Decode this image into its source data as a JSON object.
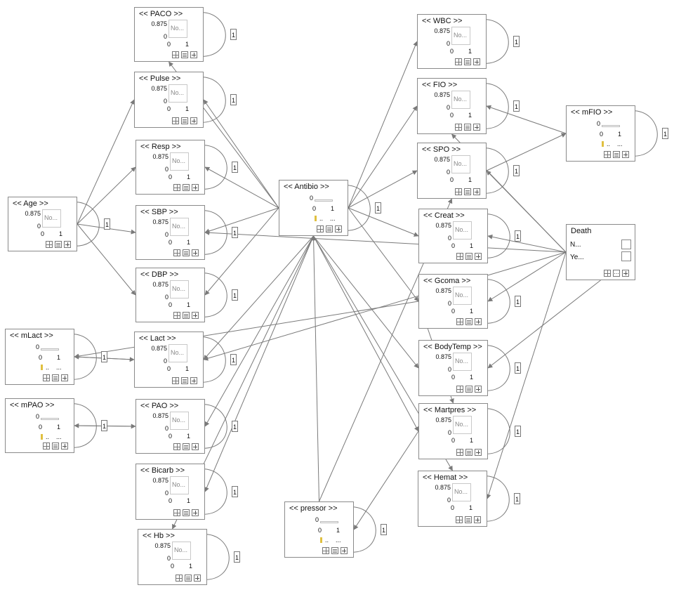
{
  "nodes": {
    "paco": {
      "title": "<< PACO >>",
      "y_high": "0.875",
      "y_low": "0",
      "x_low": "0",
      "x_high": "1",
      "chart_text": "No...",
      "badge": "1"
    },
    "pulse": {
      "title": "<< Pulse >>",
      "y_high": "0.875",
      "y_low": "0",
      "x_low": "0",
      "x_high": "1",
      "chart_text": "No...",
      "badge": "1"
    },
    "resp": {
      "title": "<< Resp >>",
      "y_high": "0.875",
      "y_low": "0",
      "x_low": "0",
      "x_high": "1",
      "chart_text": "No...",
      "badge": "1"
    },
    "sbp": {
      "title": "<< SBP >>",
      "y_high": "0.875",
      "y_low": "0",
      "x_low": "0",
      "x_high": "1",
      "chart_text": "No...",
      "badge": "1"
    },
    "dbp": {
      "title": "<< DBP >>",
      "y_high": "0.875",
      "y_low": "0",
      "x_low": "0",
      "x_high": "1",
      "chart_text": "No...",
      "badge": "1"
    },
    "lact": {
      "title": "<< Lact >>",
      "y_high": "0.875",
      "y_low": "0",
      "x_low": "0",
      "x_high": "1",
      "chart_text": "No...",
      "badge": "1"
    },
    "pao": {
      "title": "<< PAO >>",
      "y_high": "0.875",
      "y_low": "0",
      "x_low": "0",
      "x_high": "1",
      "chart_text": "No...",
      "badge": "1"
    },
    "bicarb": {
      "title": "<< Bicarb >>",
      "y_high": "0.875",
      "y_low": "0",
      "x_low": "0",
      "x_high": "1",
      "chart_text": "No...",
      "badge": "1"
    },
    "hb": {
      "title": "<< Hb >>",
      "y_high": "0.875",
      "y_low": "0",
      "x_low": "0",
      "x_high": "1",
      "chart_text": "No...",
      "badge": "1"
    },
    "age": {
      "title": "<< Age >>",
      "y_high": "0.875",
      "y_low": "0",
      "x_low": "0",
      "x_high": "1",
      "chart_text": "No...",
      "badge": "1"
    },
    "wbc": {
      "title": "<< WBC >>",
      "y_high": "0.875",
      "y_low": "0",
      "x_low": "0",
      "x_high": "1",
      "chart_text": "No...",
      "badge": "1"
    },
    "fio": {
      "title": "<< FIO >>",
      "y_high": "0.875",
      "y_low": "0",
      "x_low": "0",
      "x_high": "1",
      "chart_text": "No...",
      "badge": "1"
    },
    "spo": {
      "title": "<< SPO >>",
      "y_high": "0.875",
      "y_low": "0",
      "x_low": "0",
      "x_high": "1",
      "chart_text": "No...",
      "badge": "1"
    },
    "creat": {
      "title": "<< Creat >>",
      "y_high": "0.875",
      "y_low": "0",
      "x_low": "0",
      "x_high": "1",
      "chart_text": "No...",
      "badge": "1"
    },
    "gcoma": {
      "title": "<< Gcoma >>",
      "y_high": "0.875",
      "y_low": "0",
      "x_low": "0",
      "x_high": "1",
      "chart_text": "No...",
      "badge": "1"
    },
    "bodytemp": {
      "title": "<< BodyTemp >>",
      "y_high": "0.875",
      "y_low": "0",
      "x_low": "0",
      "x_high": "1",
      "chart_text": "No...",
      "badge": "1"
    },
    "martpres": {
      "title": "<< Martpres >>",
      "y_high": "0.875",
      "y_low": "0",
      "x_low": "0",
      "x_high": "1",
      "chart_text": "No...",
      "badge": "1"
    },
    "hemat": {
      "title": "<< Hemat >>",
      "y_high": "0.875",
      "y_low": "0",
      "x_low": "0",
      "x_high": "1",
      "chart_text": "No...",
      "badge": "1"
    },
    "antibio": {
      "title": "<< Antibio >>",
      "y_top": "0",
      "x_low": "0",
      "x_high": "1",
      "dots": "..",
      "ellipsis": "...",
      "badge": "1"
    },
    "mfio": {
      "title": "<< mFIO >>",
      "y_top": "0",
      "x_low": "0",
      "x_high": "1",
      "dots": "..",
      "ellipsis": "...",
      "badge": "1"
    },
    "mlact": {
      "title": "<< mLact >>",
      "y_top": "0",
      "x_low": "0",
      "x_high": "1",
      "dots": "..",
      "ellipsis": "...",
      "badge": "1"
    },
    "mpao": {
      "title": "<< mPAO >>",
      "y_top": "0",
      "x_low": "0",
      "x_high": "1",
      "dots": "..",
      "ellipsis": "...",
      "badge": "1"
    },
    "pressor": {
      "title": "<< pressor >>",
      "y_top": "0",
      "x_low": "0",
      "x_high": "1",
      "dots": "..",
      "ellipsis": "...",
      "badge": "1"
    },
    "death": {
      "title": "Death",
      "state1": "N...",
      "state2": "Ye..."
    }
  },
  "colors": {
    "edge": "#7a7a7a",
    "border": "#8a8a8a",
    "indicator": "#e0c040"
  }
}
